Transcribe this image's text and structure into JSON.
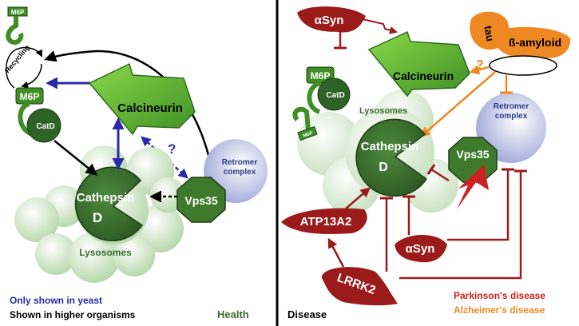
{
  "colors": {
    "green_dark": "#3a6b2e",
    "green_mid": "#4d9c2f",
    "green_light": "#7acb3a",
    "lysosome_fill": "#d8ead3",
    "retromer_fill": "#b7bedf",
    "blue_arrow": "#2a2aa8",
    "disease_red": "#9b1b1b",
    "pd_red": "#cc2222",
    "ad_orange": "#ee8822",
    "black": "#000000"
  },
  "health": {
    "m6p_small": "M6P",
    "recycling": "Recycling",
    "m6p_receptor": "M6P",
    "catd": "CatD",
    "calcineurin": "Calcineurin",
    "question": "?",
    "retromer_line1": "Retromer",
    "retromer_line2": "complex",
    "vps35": "Vps35",
    "cathepsin_line1": "Cathepsin",
    "cathepsin_line2": "D",
    "lysosomes": "Lysosomes"
  },
  "disease": {
    "asyn_top": "αSyn",
    "calcineurin": "Calcineurin",
    "tau": "tau",
    "amyloid": "ß-amyloid",
    "question": "?",
    "m6p_receptor": "M6P",
    "catd": "CatD",
    "m6p_small": "M6P",
    "lysosomes": "Lysosomes",
    "retromer_line1": "Retromer",
    "retromer_line2": "complex",
    "cathepsin_line1": "Cathepsin",
    "cathepsin_line2": "D",
    "vps35": "Vps35",
    "atp13a2": "ATP13A2",
    "asyn_bottom": "αSyn",
    "lrrk2": "LRRK2"
  },
  "legend": {
    "yeast": "Only shown in yeast",
    "higher": "Shown in higher organisms",
    "health": "Health",
    "disease": "Disease",
    "parkinsons": "Parkinson's disease",
    "alzheimers": "Alzheimer's disease"
  }
}
